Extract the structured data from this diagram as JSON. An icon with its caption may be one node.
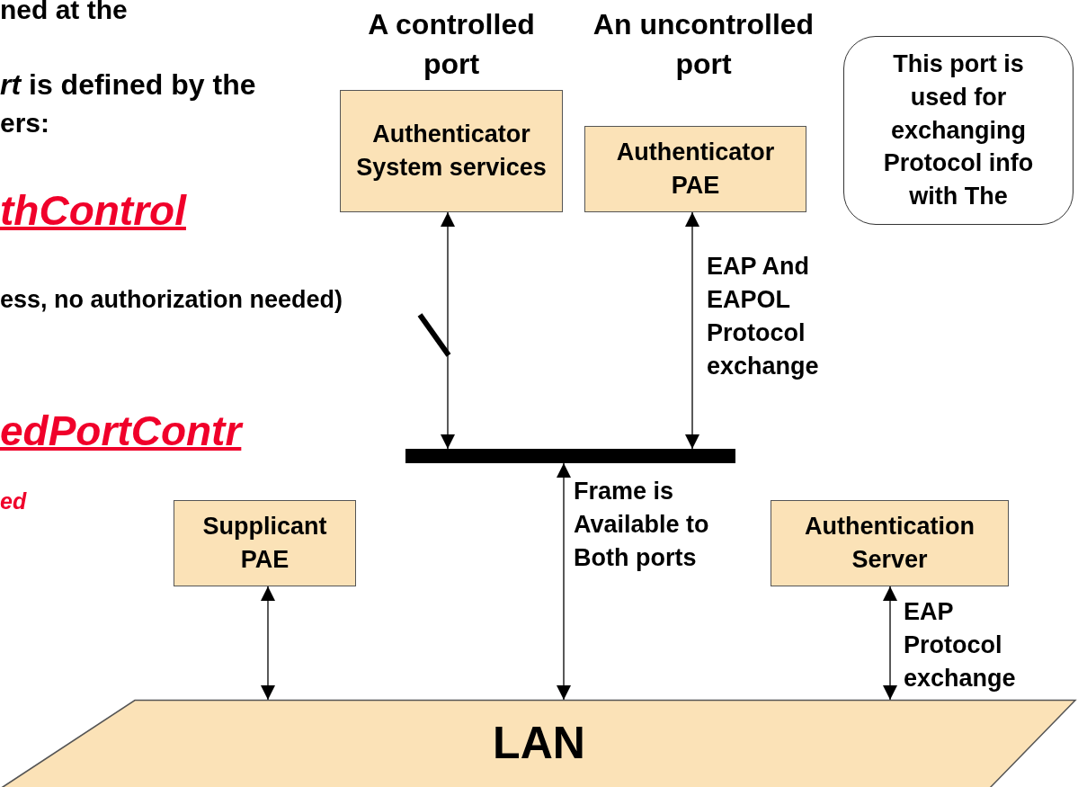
{
  "diagram": {
    "nodes": [
      {
        "text": [
          "Authenticator System services"
        ],
        "beside": [
          "A controlled port"
        ]
      },
      {
        "text": [
          "Authenticator PAE"
        ],
        "beside": [
          "An uncontrolled port"
        ]
      },
      {
        "text": [
          "This port is used for exchanging Protocol info with The"
        ]
      },
      {
        "text": [],
        "shape": "bar"
      },
      {
        "text": [
          "Supplicant PAE"
        ]
      },
      {
        "text": [
          "Authentication Server"
        ]
      },
      {
        "text": [
          "LAN"
        ]
      }
    ],
    "edges": [
      {
        "from": 3,
        "to": 0,
        "arrow": "both"
      },
      {
        "from": 3,
        "to": 1,
        "arrow": "both",
        "label": "EAP And EAPOL Protocol exchange"
      },
      {
        "from": 6,
        "to": 3,
        "arrow": "both",
        "label": "Frame is Available to Both ports"
      },
      {
        "from": 4,
        "to": 6,
        "arrow": "both"
      },
      {
        "from": 5,
        "to": 6,
        "arrow": "both",
        "label": "EAP Protocol exchange"
      }
    ],
    "labels": [
      "ned at the",
      "*rt* is defined by the",
      "ers:",
      "thControl",
      "ess, no authorization needed)",
      "edPortContr",
      "ed"
    ]
  }
}
